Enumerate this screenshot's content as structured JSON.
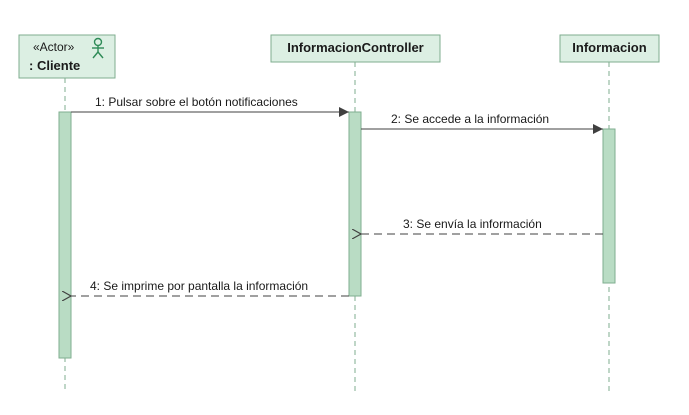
{
  "diagram": {
    "colors": {
      "box_fill": "#dcefe3",
      "box_stroke": "#7fae8f",
      "activation_fill": "#b9dcc4",
      "activation_stroke": "#7fae8f",
      "lifeline": "#7fae8f",
      "message": "#404040"
    },
    "participants": [
      {
        "stereotype": "«Actor»",
        "name": ": Cliente",
        "icon": "actor-stick-figure-icon"
      },
      {
        "name": "InformacionController"
      },
      {
        "name": "Informacion"
      }
    ],
    "messages": [
      {
        "label": "1: Pulsar sobre el botón notificaciones",
        "kind": "synchronous"
      },
      {
        "label": "2: Se accede a la información",
        "kind": "synchronous"
      },
      {
        "label": "3: Se envía la información",
        "kind": "return"
      },
      {
        "label": "4: Se imprime por pantalla la información",
        "kind": "return"
      }
    ]
  }
}
